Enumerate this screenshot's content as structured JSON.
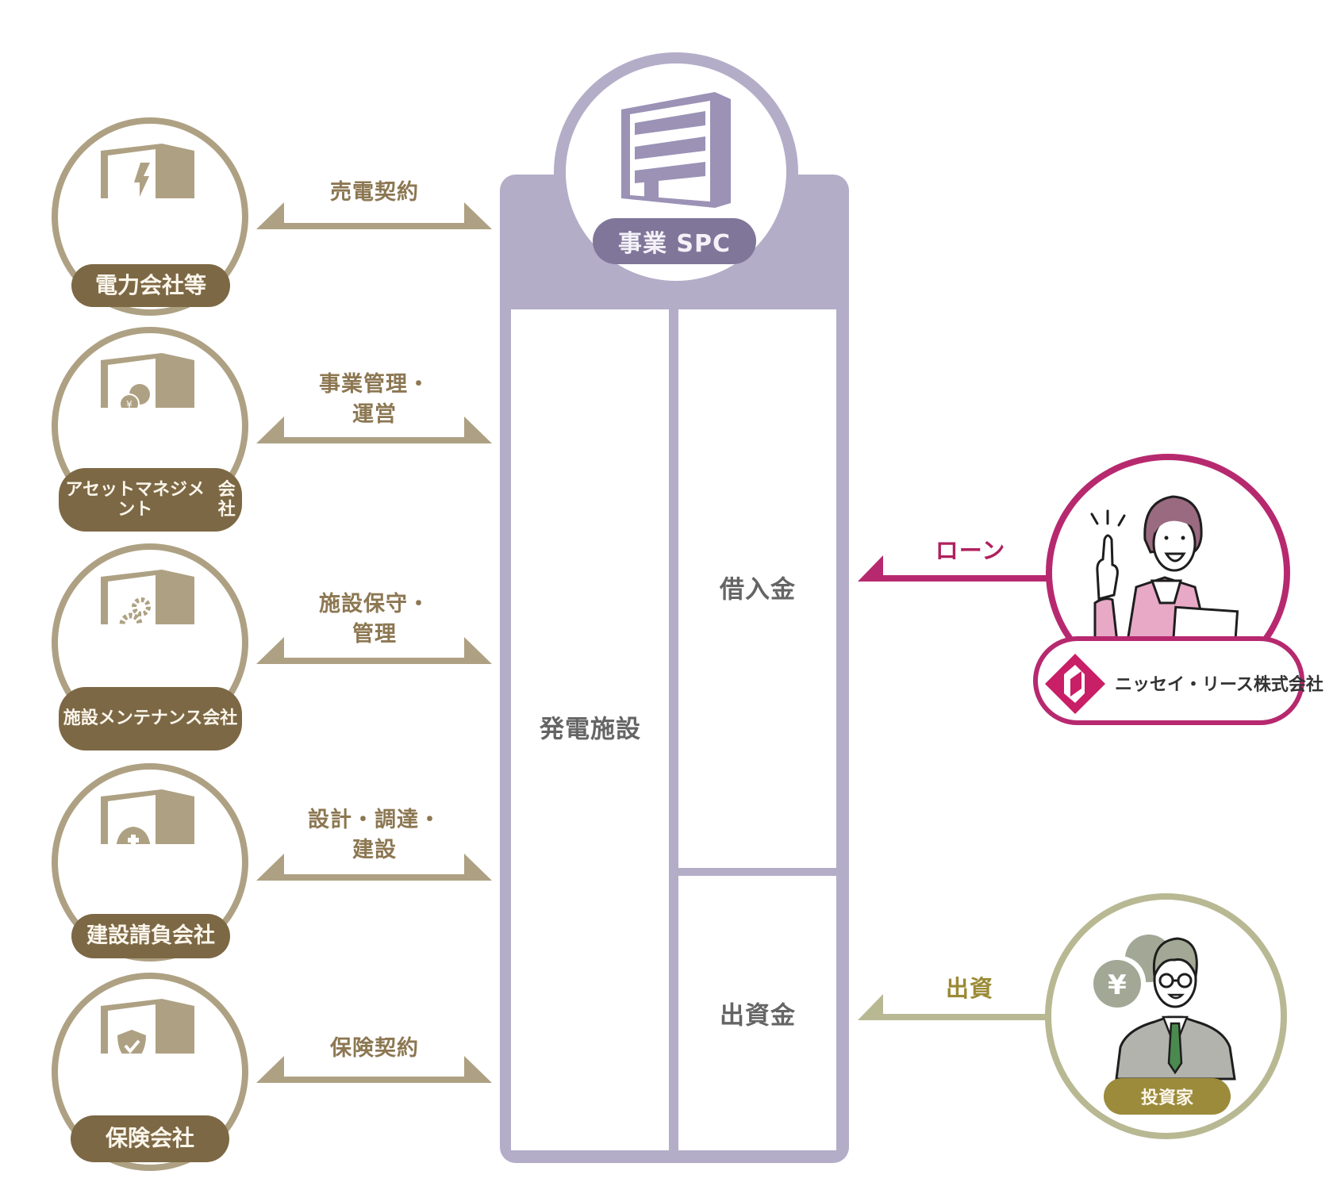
{
  "spc": {
    "title": "事業SPC",
    "title_display": "事業 SPC",
    "icon": "office-building-icon",
    "panels": {
      "assets": "発電施設",
      "loan": "借入金",
      "equity": "出資金"
    }
  },
  "contractors": [
    {
      "name": "電力会社等",
      "name_lines": [
        "電力会社等"
      ],
      "icon": "lightning-building-icon",
      "relation_lines": [
        "売電契約"
      ]
    },
    {
      "name": "アセットマネジメント会社",
      "name_lines": [
        "アセットマネジメント",
        "会社"
      ],
      "icon": "yen-coin-building-icon",
      "relation_lines": [
        "事業管理・",
        "運営"
      ]
    },
    {
      "name": "施設メンテナンス会社",
      "name_lines": [
        "施設メンテナンス",
        "会社"
      ],
      "icon": "gear-building-icon",
      "relation_lines": [
        "施設保守・",
        "管理"
      ]
    },
    {
      "name": "建設請負会社",
      "name_lines": [
        "建設請負会社"
      ],
      "icon": "hardhat-building-icon",
      "relation_lines": [
        "設計・調達・",
        "建設"
      ]
    },
    {
      "name": "保険会社",
      "name_lines": [
        "保険会社"
      ],
      "icon": "shield-check-building-icon",
      "relation_lines": [
        "保険契約"
      ]
    }
  ],
  "lender": {
    "relation": "ローン",
    "company": "ニッセイ・リース株式会社",
    "icon": "businesswoman-pointing-icon",
    "logo": "nissay-leasing-logo"
  },
  "investor": {
    "relation": "出資",
    "label": "投資家",
    "icon": "businessman-yen-icon"
  },
  "colors": {
    "spc": "#b3adc8",
    "spc_pill": "#7f7699",
    "contractor": "#aea183",
    "contractor_pill": "#7d6845",
    "contractor_text": "#8c7752",
    "lender": "#b7296f",
    "investor": "#b8b893",
    "investor_pill": "#9b8b3b",
    "investor_text": "#9a8a35",
    "panel_text": "#656565"
  }
}
